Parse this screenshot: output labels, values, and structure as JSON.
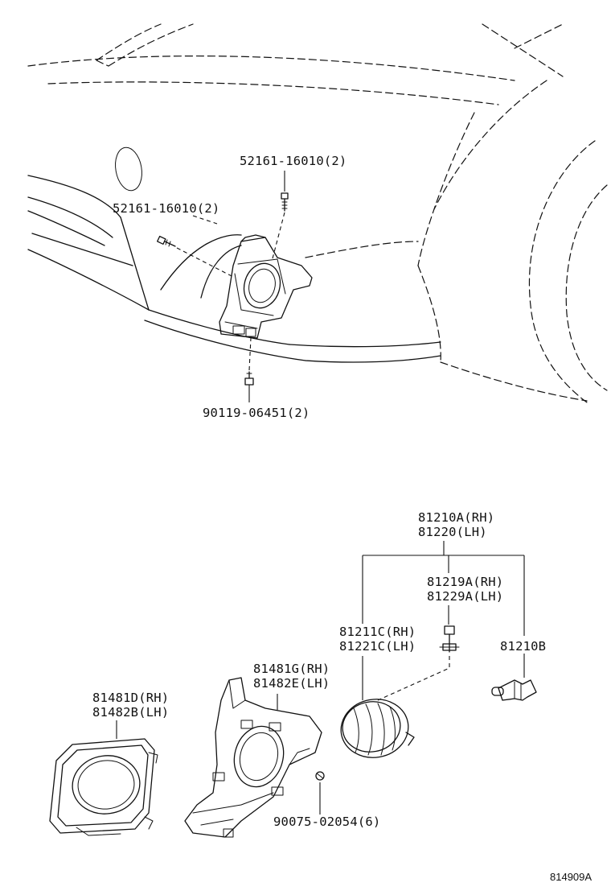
{
  "diagram": {
    "ref_code": "814909A",
    "callouts": {
      "bolt_upper_right": {
        "lines": [
          "52161-16010(2)"
        ]
      },
      "bolt_upper_left": {
        "lines": [
          "52161-16010(2)"
        ]
      },
      "screw_lower": {
        "lines": [
          "90119-06451(2)"
        ]
      },
      "fog_lamp_assy": {
        "lines": [
          "81210A(RH)",
          "81220(LH)"
        ]
      },
      "socket_wire": {
        "lines": [
          "81219A(RH)",
          "81229A(LH)"
        ]
      },
      "fog_lamp_unit": {
        "lines": [
          "81211C(RH)",
          "81221C(LH)"
        ]
      },
      "bulb": {
        "lines": [
          "81210B"
        ]
      },
      "cover_bezel": {
        "lines": [
          "81481D(RH)",
          "81482B(LH)"
        ]
      },
      "bracket": {
        "lines": [
          "81481G(RH)",
          "81482E(LH)"
        ]
      },
      "clip": {
        "lines": [
          "90075-02054(6)"
        ]
      }
    }
  }
}
